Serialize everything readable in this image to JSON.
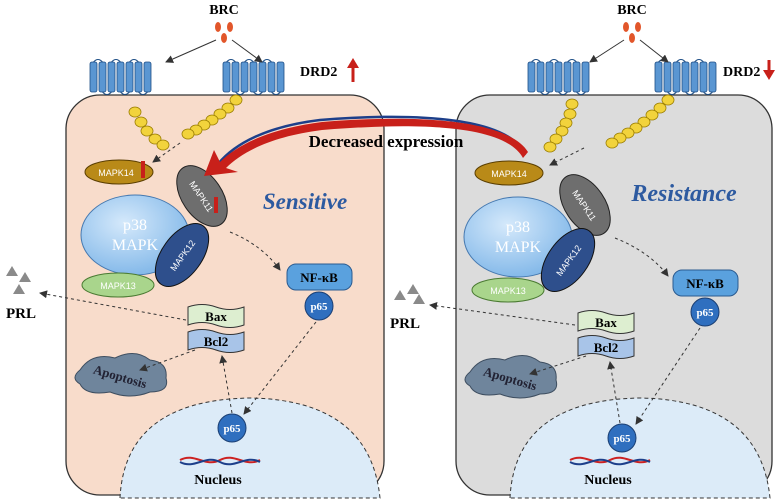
{
  "ligand": "BRC",
  "receptor": "DRD2",
  "decreased_expression": "Decreased expression",
  "panels": [
    {
      "state": "Sensitive",
      "mapk14": "MAPK14",
      "mapk11": "MAPK11",
      "p38_line1": "p38",
      "p38_line2": "MAPK",
      "mapk12": "MAPK12",
      "mapk13": "MAPK13",
      "nfkb": "NF-κB",
      "p65": "p65",
      "bax": "Bax",
      "bcl2": "Bcl2",
      "apoptosis": "Apoptosis",
      "nucleus": "Nucleus",
      "p65_nuclear": "p65",
      "prl": "PRL",
      "drd2_trend": "up"
    },
    {
      "state": "Resistance",
      "mapk14": "MAPK14",
      "mapk11": "MAPK11",
      "p38_line1": "p38",
      "p38_line2": "MAPK",
      "mapk12": "MAPK12",
      "mapk13": "MAPK13",
      "nfkb": "NF-κB",
      "p65": "p65",
      "bax": "Bax",
      "bcl2": "Bcl2",
      "apoptosis": "Apoptosis",
      "nucleus": "Nucleus",
      "p65_nuclear": "p65",
      "prl": "PRL",
      "drd2_trend": "down"
    }
  ],
  "colors": {
    "sensitive_cell": "#f8dccb",
    "resistance_cell": "#dcdcdc",
    "receptor": "#5a96d2",
    "ligand": "#e2562a",
    "chain": "#f2d33c",
    "p38": "#9cc8ef",
    "mapk14": "#b98a18",
    "mapk11": "#6e6e6e",
    "mapk12": "#2e4f8c",
    "mapk13": "#a9d58c",
    "nfkb": "#5aa1de",
    "bax": "#ddeed0",
    "bcl2": "#a8c4e8",
    "apoptosis": "#6f859c",
    "nucleus": "#dcebf8",
    "arrow_red": "#c8201a",
    "state_text": "#2d5aa0"
  }
}
